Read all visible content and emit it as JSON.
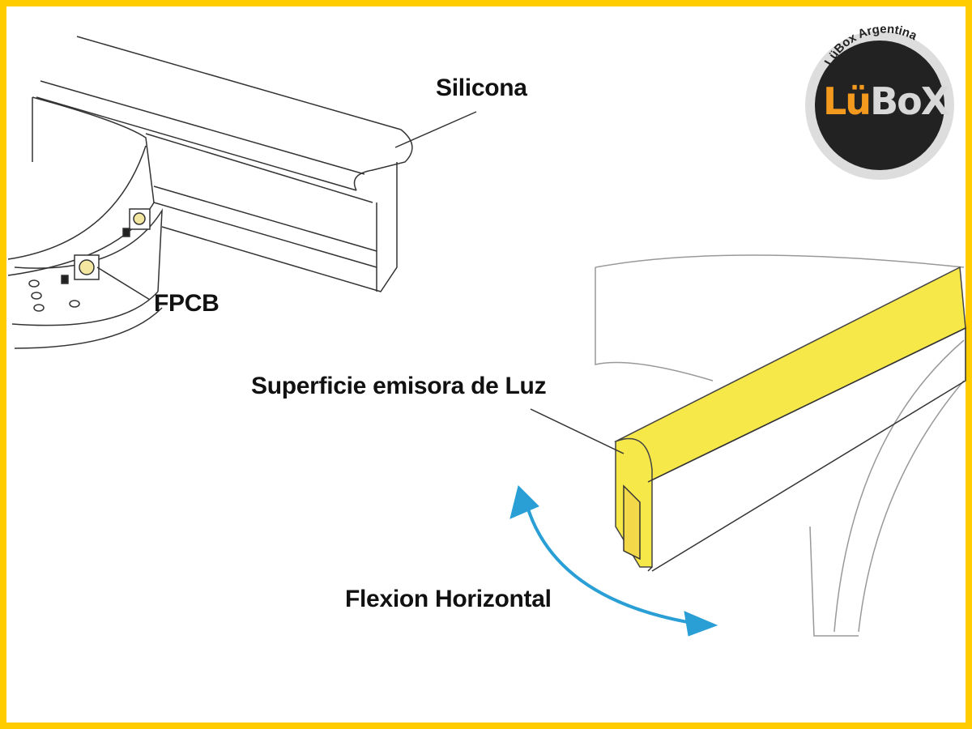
{
  "labels": {
    "silicona": "Silicona",
    "fpcb": "FPCB",
    "superficie": "Superficie emisora de Luz",
    "flexion": "Flexion Horizontal"
  },
  "logo": {
    "arc_text": "LüBox Argentina",
    "main_lu": "Lü",
    "main_box": "BoX"
  },
  "colors": {
    "border": "#ffcc00",
    "glow": "#f7e84a",
    "arrow": "#2a9fd6",
    "logo_orange": "#f39a1e"
  }
}
